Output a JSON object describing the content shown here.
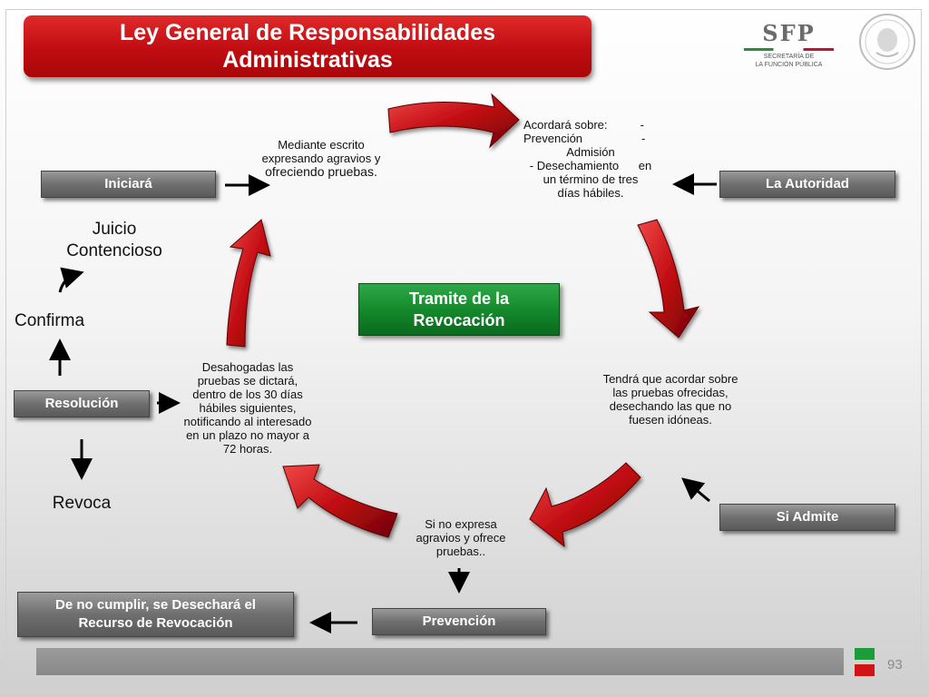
{
  "title": "Ley General de Responsabilidades Administrativas",
  "logo": {
    "acronym": "SFP",
    "line1": "SECRETARÍA DE",
    "line2": "LA FUNCIÓN PÚBLICA"
  },
  "center": {
    "label": "Tramite de la Revocación"
  },
  "boxes": {
    "iniciara": "Iniciará",
    "autoridad": "La Autoridad",
    "resolucion": "Resolución",
    "si_admite": "Si Admite",
    "prevencion": "Prevención",
    "desechara": "De no cumplir, se Desechará el Recurso de Revocación"
  },
  "texts": {
    "mediante": "Mediante escrito expresando agravios y",
    "ofreciendo": "ofreciendo pruebas.",
    "acordara_1": "Acordará sobre:          -",
    "acordara_2": "Prevención                  -",
    "acordara_3": "Admisión",
    "acordara_4": "- Desechamiento      en",
    "acordara_5": "un término de tres",
    "acordara_6": "días hábiles.",
    "tendra": "Tendrá que acordar sobre las pruebas ofrecidas, desechando las que no fuesen idóneas.",
    "si_no": "Si no expresa agravios y ofrece pruebas..",
    "desahogadas": "Desahogadas las pruebas se dictará, dentro de los 30 días hábiles siguientes, notificando al interesado en un plazo no mayor a 72 horas.",
    "juicio": "Juicio Contencioso",
    "confirma": "Confirma",
    "revoca": "Revoca"
  },
  "page_number": "93",
  "colors": {
    "title_red": "#c00d12",
    "center_green": "#148a2c",
    "box_gray": "#6f6f6f"
  }
}
